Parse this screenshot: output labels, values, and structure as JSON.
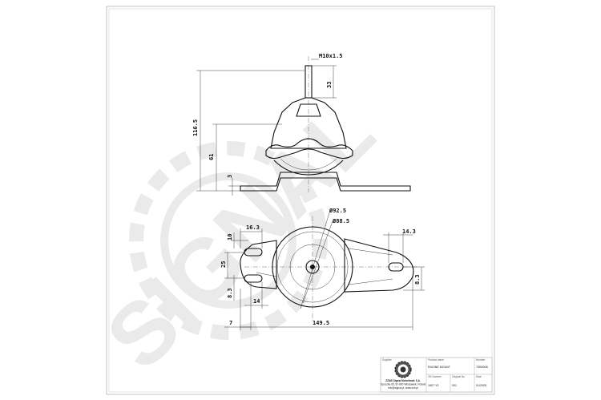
{
  "watermark": {
    "text": "SIGNAL"
  },
  "side_view": {
    "thread": "M10x1.5",
    "stud_height": "33",
    "overall_height": "116.5",
    "body_height": "61",
    "flange_thickness": "3"
  },
  "top_view": {
    "outer_diameter": "Ø92.5",
    "inner_diameter": "Ø88.5",
    "left_offset": "16.3",
    "left_top": "10",
    "right_offset": "14.3",
    "left_hole_height": "25",
    "left_lower_hole": "8.3",
    "left_slot": "14",
    "right_hole_height": "8.3",
    "flange_left": "7",
    "overall_length": "149.5"
  },
  "title_block": {
    "labels": {
      "supplier": "Supplier",
      "product_name": "Product name",
      "number": "Number",
      "oe_number": "OE Number",
      "original_no": "Original No",
      "date": "Date"
    },
    "values": {
      "product_name": "ENGINE MOUNT",
      "number": "T3B0008",
      "oe_number": "1807.Y3",
      "original_no": "001",
      "date": "01/2005"
    },
    "company": {
      "line1": "ZZ&B Signal Motortrade S.A.",
      "line2": "Opoczka 65, 87-800 Wloclawek, Poland",
      "line3": "info@signal.pl, www.zzb.pl"
    }
  }
}
